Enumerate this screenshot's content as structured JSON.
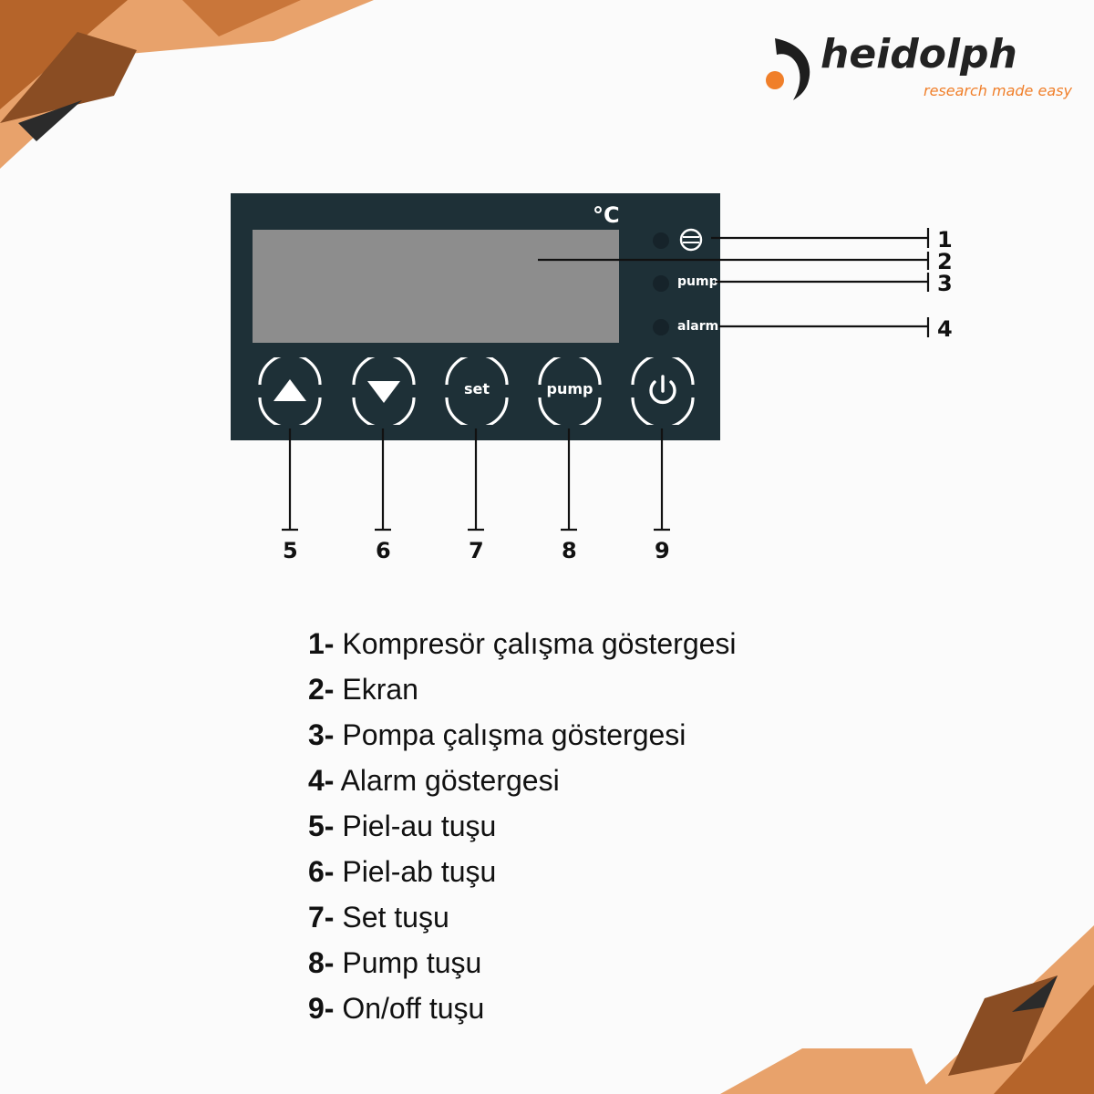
{
  "logo": {
    "name": "heidolph",
    "tagline": "research made easy"
  },
  "colors": {
    "panel": "#1e3037",
    "screen": "#8d8d8d",
    "accent": "#f07f2a",
    "decor_light": "#e8a26b",
    "decor_dark": "#b5642a"
  },
  "panel": {
    "unit": "°C",
    "indicators": [
      {
        "type": "compressor",
        "label": "",
        "icon": "compressor-icon"
      },
      {
        "type": "pump",
        "label": "pump"
      },
      {
        "type": "alarm",
        "label": "alarm"
      }
    ],
    "buttons": [
      {
        "name": "up",
        "label": "",
        "icon": "triangle-up-icon"
      },
      {
        "name": "down",
        "label": "",
        "icon": "triangle-down-icon"
      },
      {
        "name": "set",
        "label": "set"
      },
      {
        "name": "pump",
        "label": "pump"
      },
      {
        "name": "power",
        "label": "",
        "icon": "power-icon"
      }
    ]
  },
  "callout_numbers": [
    "1",
    "2",
    "3",
    "4",
    "5",
    "6",
    "7",
    "8",
    "9"
  ],
  "legend": [
    {
      "num": "1-",
      "text": "Kompresör çalışma göstergesi"
    },
    {
      "num": "2-",
      "text": "Ekran"
    },
    {
      "num": "3-",
      "text": "Pompa çalışma göstergesi"
    },
    {
      "num": "4-",
      "text": "Alarm göstergesi"
    },
    {
      "num": "5-",
      "text": "Piel-au tuşu"
    },
    {
      "num": "6-",
      "text": "Piel-ab tuşu"
    },
    {
      "num": "7-",
      "text": "Set tuşu"
    },
    {
      "num": "8-",
      "text": "Pump tuşu"
    },
    {
      "num": "9-",
      "text": "On/off tuşu"
    }
  ]
}
